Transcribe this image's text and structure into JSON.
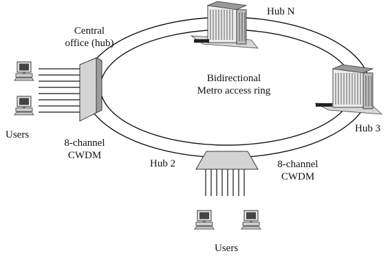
{
  "labels": {
    "hub_n": "Hub N",
    "central_office_line1": "Central",
    "central_office_line2": "office (hub)",
    "ring_line1": "Bidirectional",
    "ring_line2": "Metro access ring",
    "hub_3": "Hub 3",
    "users_left": "Users",
    "cwdm_left_line1": "8-channel",
    "cwdm_left_line2": "CWDM",
    "hub_2": "Hub 2",
    "cwdm_bottom_line1": "8-channel",
    "cwdm_bottom_line2": "CWDM",
    "users_bottom": "Users"
  },
  "icons": [
    "building-icon",
    "computer-icon",
    "multiplexer-icon"
  ]
}
